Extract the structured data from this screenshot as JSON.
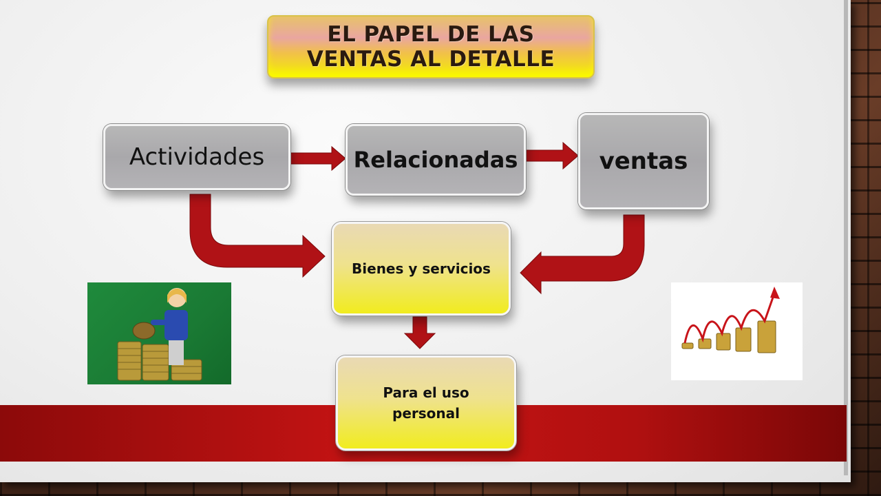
{
  "title": {
    "line1": "EL PAPEL DE LAS",
    "line2": "VENTAS AL DETALLE"
  },
  "boxes": {
    "actividades": "Actividades",
    "relacionadas": "Relacionadas",
    "ventas": "ventas",
    "bienes": "Bienes y servicios",
    "uso_line1": "Para el uso",
    "uso_line2": "personal"
  },
  "colors": {
    "arrow_red": "#b01216",
    "band_red": "#c81414",
    "box_gray": "#a9a8ab",
    "box_yellow": "#f1ec1e"
  },
  "images": {
    "left": "coin-figure-photo",
    "right": "rising-coins-chart-photo"
  }
}
